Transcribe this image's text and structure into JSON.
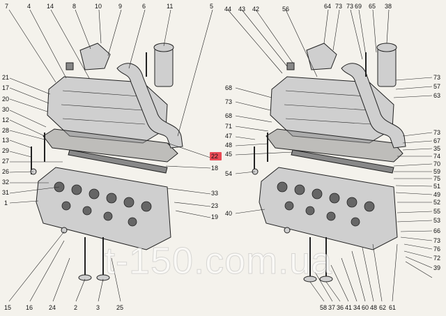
{
  "watermark": "t-150.com.ua",
  "colors": {
    "highlight": "#e94b55",
    "ink": "#111111",
    "paper": "#f4f2ec"
  },
  "labels_left": [
    {
      "id": "7"
    },
    {
      "id": "4"
    },
    {
      "id": "14"
    },
    {
      "id": "8"
    },
    {
      "id": "10"
    },
    {
      "id": "9"
    },
    {
      "id": "6"
    },
    {
      "id": "11"
    },
    {
      "id": "5"
    },
    {
      "id": "21"
    },
    {
      "id": "17"
    },
    {
      "id": "20"
    },
    {
      "id": "30"
    },
    {
      "id": "12"
    },
    {
      "id": "28"
    },
    {
      "id": "13"
    },
    {
      "id": "29"
    },
    {
      "id": "27"
    },
    {
      "id": "26"
    },
    {
      "id": "32"
    },
    {
      "id": "31"
    },
    {
      "id": "1"
    },
    {
      "id": "22"
    },
    {
      "id": "18"
    },
    {
      "id": "33"
    },
    {
      "id": "23"
    },
    {
      "id": "19"
    },
    {
      "id": "15"
    },
    {
      "id": "16"
    },
    {
      "id": "24"
    },
    {
      "id": "2"
    },
    {
      "id": "3"
    },
    {
      "id": "25"
    }
  ],
  "labels_right": [
    {
      "id": "44"
    },
    {
      "id": "43"
    },
    {
      "id": "42"
    },
    {
      "id": "56"
    },
    {
      "id": "64"
    },
    {
      "id": "73"
    },
    {
      "id": "73"
    },
    {
      "id": "69"
    },
    {
      "id": "65"
    },
    {
      "id": "38"
    },
    {
      "id": "68"
    },
    {
      "id": "73"
    },
    {
      "id": "68"
    },
    {
      "id": "71"
    },
    {
      "id": "47"
    },
    {
      "id": "48"
    },
    {
      "id": "45"
    },
    {
      "id": "54"
    },
    {
      "id": "40"
    },
    {
      "id": "73"
    },
    {
      "id": "57"
    },
    {
      "id": "63"
    },
    {
      "id": "73"
    },
    {
      "id": "67"
    },
    {
      "id": "35"
    },
    {
      "id": "74"
    },
    {
      "id": "70"
    },
    {
      "id": "59"
    },
    {
      "id": "75"
    },
    {
      "id": "51"
    },
    {
      "id": "49"
    },
    {
      "id": "52"
    },
    {
      "id": "55"
    },
    {
      "id": "53"
    },
    {
      "id": "66"
    },
    {
      "id": "73"
    },
    {
      "id": "76"
    },
    {
      "id": "72"
    },
    {
      "id": "39"
    },
    {
      "id": "58"
    },
    {
      "id": "37"
    },
    {
      "id": "36"
    },
    {
      "id": "41"
    },
    {
      "id": "34"
    },
    {
      "id": "60"
    },
    {
      "id": "48"
    },
    {
      "id": "62"
    },
    {
      "id": "61"
    }
  ],
  "highlighted_label": "22"
}
